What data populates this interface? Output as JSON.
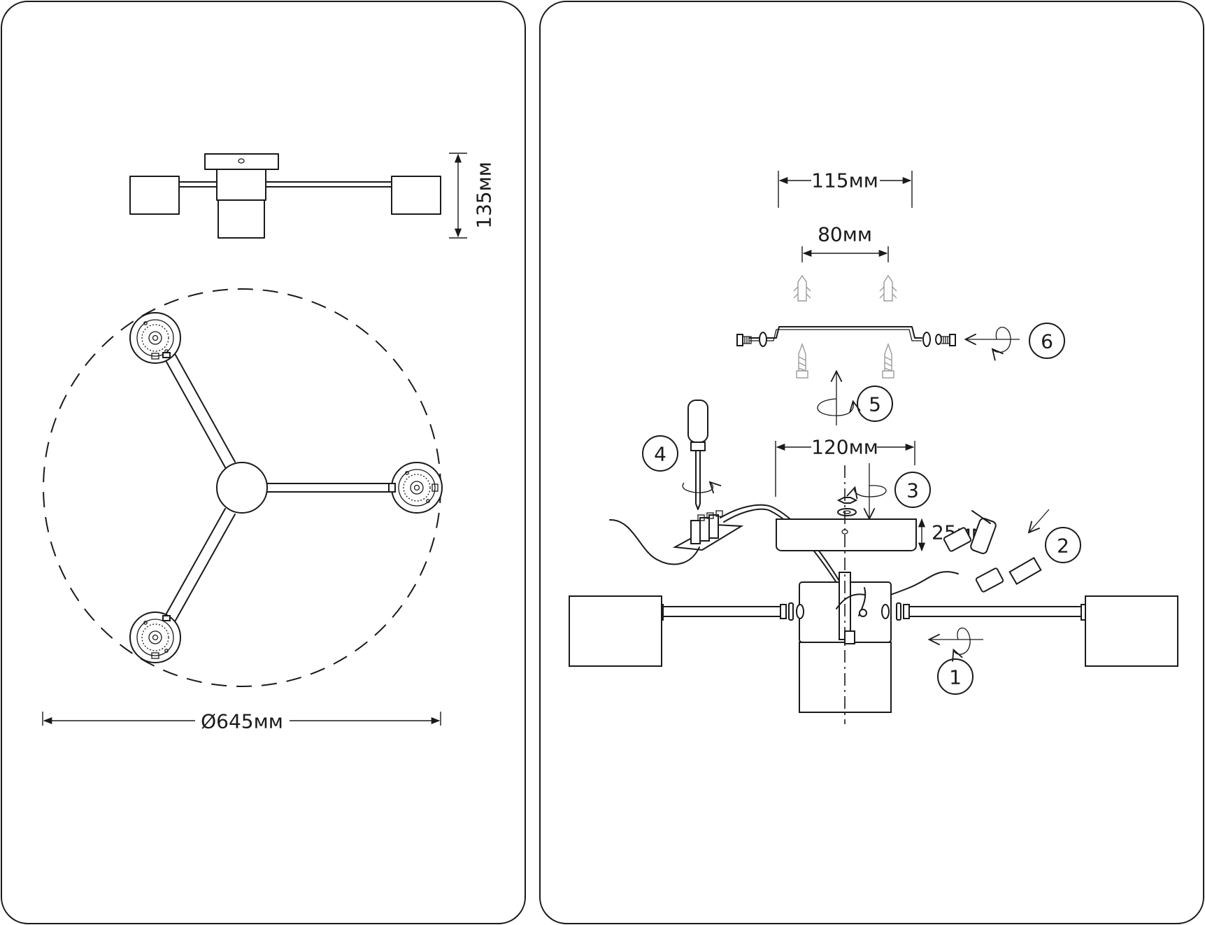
{
  "left_panel": {
    "height_label": "135мм",
    "diameter_label": "Ø645мм"
  },
  "right_panel": {
    "dim_115": "115мм",
    "dim_80": "80мм",
    "dim_120": "120мм",
    "dim_25": "25мм",
    "steps": [
      "1",
      "2",
      "3",
      "4",
      "5",
      "6"
    ]
  }
}
